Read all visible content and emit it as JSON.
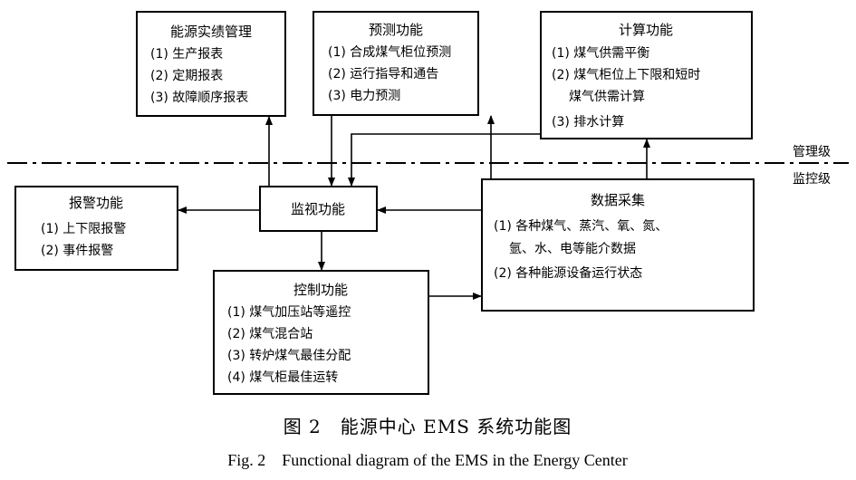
{
  "levels": {
    "upper": "管理级",
    "lower": "监控级"
  },
  "boxes": {
    "energy_mgmt": {
      "title": "能源实绩管理",
      "items": [
        "(1) 生产报表",
        "(2) 定期报表",
        "(3) 故障顺序报表"
      ]
    },
    "forecast": {
      "title": "预测功能",
      "items": [
        "(1) 合成煤气柜位预测",
        "(2) 运行指导和通告",
        "(3) 电力预测"
      ]
    },
    "calc": {
      "title": "计算功能",
      "items": [
        "(1) 煤气供需平衡",
        "(2) 煤气柜位上下限和短时",
        "煤气供需计算",
        "(3) 排水计算"
      ]
    },
    "alarm": {
      "title": "报警功能",
      "items": [
        "(1) 上下限报警",
        "(2) 事件报警"
      ]
    },
    "monitor": {
      "title": "监视功能"
    },
    "data_acq": {
      "title": "数据采集",
      "items": [
        "(1) 各种煤气、蒸汽、氧、氮、",
        "氩、水、电等能介数据",
        "(2) 各种能源设备运行状态"
      ]
    },
    "control": {
      "title": "控制功能",
      "items": [
        "(1) 煤气加压站等遥控",
        "(2) 煤气混合站",
        "(3) 转炉煤气最佳分配",
        "(4) 煤气柜最佳运转"
      ]
    }
  },
  "caption": {
    "cn": "图 2　能源中心 EMS 系统功能图",
    "en": "Fig. 2　Functional diagram of the EMS in the Energy Center"
  }
}
